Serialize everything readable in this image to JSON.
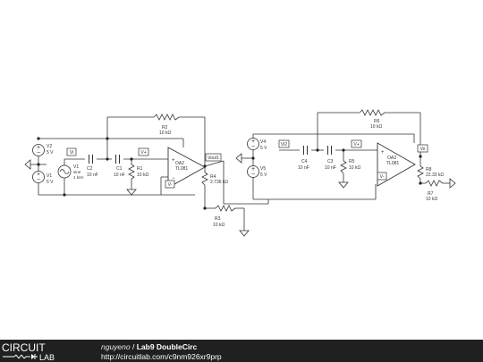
{
  "labels": {
    "v2": [
      "V2",
      "5 V"
    ],
    "v1": [
      "V1",
      "5 V"
    ],
    "v_sig": [
      "V1",
      "sine",
      "1 kHz"
    ],
    "c2": [
      "C2",
      "10 nF"
    ],
    "c1": [
      "C1",
      "10 nF"
    ],
    "r1": [
      "R1",
      "10 kΩ"
    ],
    "r2": [
      "R2",
      "10 kΩ"
    ],
    "oa2": [
      "OA2",
      "TL081"
    ],
    "r4": [
      "R4",
      "2.736 kΩ"
    ],
    "r3": [
      "R3",
      "10 kΩ"
    ],
    "v4": [
      "V4",
      "5 V"
    ],
    "v5": [
      "V5",
      "5 V"
    ],
    "c4": [
      "C4",
      "10 nF"
    ],
    "c3": [
      "C3",
      "10 nF"
    ],
    "r5": [
      "R5",
      "10 kΩ"
    ],
    "r6": [
      "R6",
      "10 kΩ"
    ],
    "oa3": [
      "OA3",
      "TL081"
    ],
    "r8": [
      "R8",
      "22.33 kΩ"
    ],
    "r7": [
      "R7",
      "10 kΩ"
    ]
  },
  "nodes": {
    "vi": "Vi",
    "vplus1": "V+",
    "vminus1": "V-",
    "vout1": "Vout1",
    "vi2": "Vi2",
    "vplus2": "V+",
    "vminus2": "V-",
    "vo": "Vo"
  },
  "footer": {
    "logo_top": "CIRCUIT",
    "logo_bottom": "LAB",
    "author": "nguyeno",
    "separator": " / ",
    "title": "Lab9 DoubleCirc",
    "url": "http://circuitlab.com/c9nm926xr9prp"
  }
}
